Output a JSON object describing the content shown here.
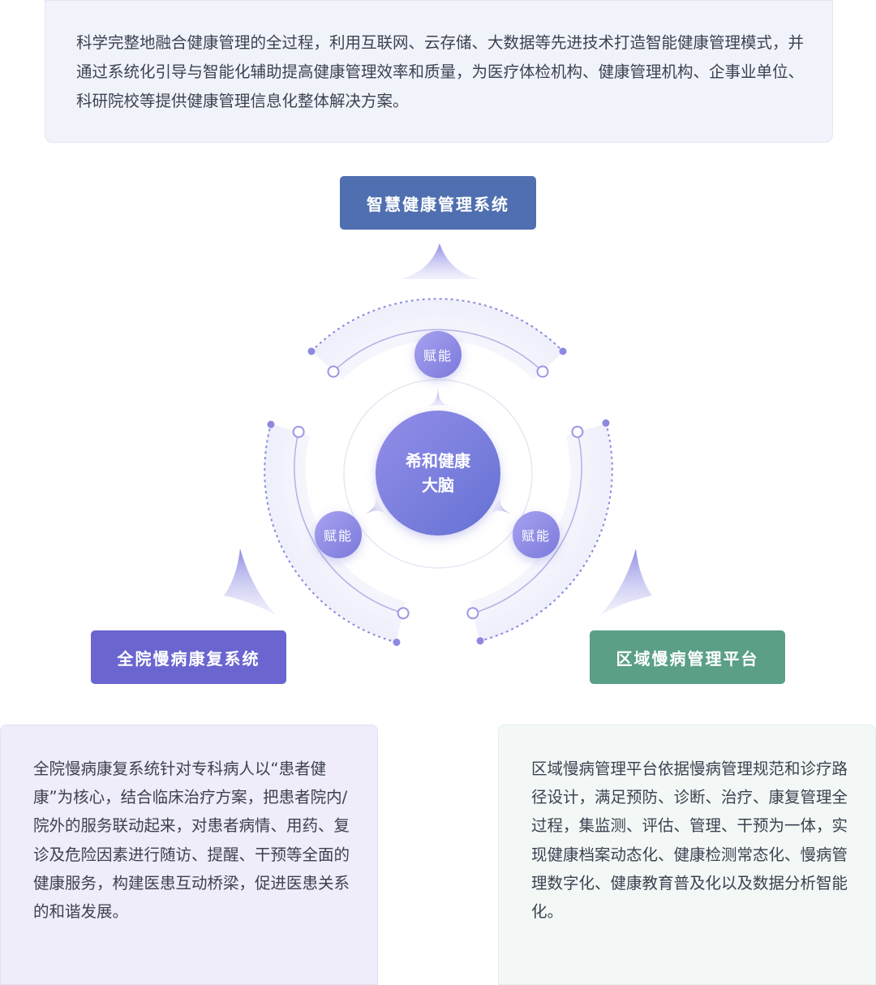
{
  "intro": {
    "text": "科学完整地融合健康管理的全过程，利用互联网、云存储、大数据等先进技术打造智能健康管理模式，并通过系统化引导与智能化辅助提高健康管理效率和质量，为医疗体检机构、健康管理机构、企事业单位、科研院校等提供健康管理信息化整体解决方案。"
  },
  "systems": {
    "top": {
      "label": "智慧健康管理系统",
      "color": "#4f6fb0"
    },
    "left": {
      "label": "全院慢病康复系统",
      "color": "#6a65cf"
    },
    "right": {
      "label": "区域慢病管理平台",
      "color": "#5a9f86"
    }
  },
  "center": {
    "line1": "希和健康",
    "line2": "大脑"
  },
  "empower": {
    "top": "赋能",
    "left": "赋能",
    "right": "赋能"
  },
  "descriptions": {
    "left": "全院慢病康复系统针对专科病人以“患者健康”为核心，结合临床治疗方案，把患者院内/院外的服务联动起来，对患者病情、用药、复诊及危险因素进行随访、提醒、干预等全面的健康服务，构建医患互动桥梁，促进医患关系的和谐发展。",
    "right": "区域慢病管理平台依据慢病管理规范和诊疗路径设计，满足预防、诊断、治疗、康复管理全过程，集监测、评估、管理、干预为一体，实现健康档案动态化、健康检测常态化、慢病管理数字化、健康教育普及化以及数据分析智能化。"
  },
  "colors": {
    "accent": "#6f6fd6",
    "center_gradient_start": "#8d87e8",
    "center_gradient_end": "#6673d4"
  }
}
